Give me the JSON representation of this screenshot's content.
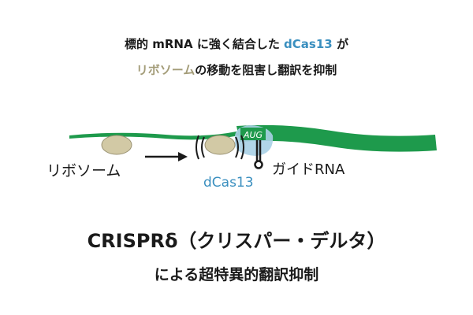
{
  "headline": {
    "line1": [
      "標的 mRNA に強く結合した ",
      "dCas13",
      " が"
    ],
    "line2": [
      "リボソーム",
      "の移動を阻害し翻訳を抑制"
    ]
  },
  "diagram": {
    "ribosome_label": "リボソーム",
    "dcas13_label": "dCas13",
    "guide_rna_label": "ガイドRNA",
    "start_codon_label": "AUG",
    "colors": {
      "mrna": "#1e9a4c",
      "ribosome": "#d2c9a5",
      "dcas13": "#a9d0e6",
      "dcas13_text": "#3a8fbf",
      "ribosome_text": "#a39c78"
    }
  },
  "title": {
    "main": "CRISPRδ（クリスパー・デルタ）",
    "sub": "による超特異的翻訳抑制"
  }
}
